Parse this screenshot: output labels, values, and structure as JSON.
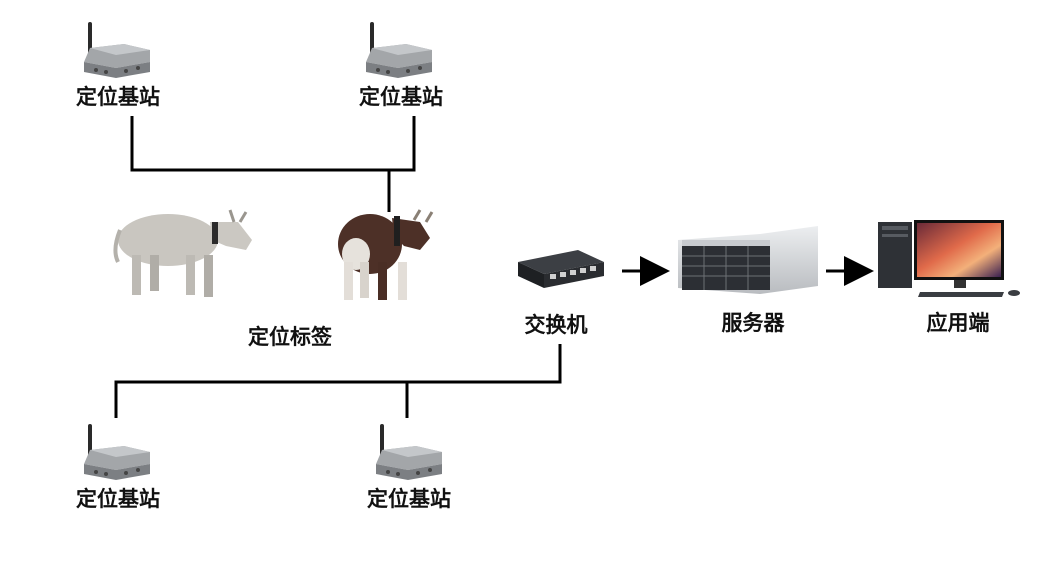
{
  "labels": {
    "base_station_tl": "定位基站",
    "base_station_tr": "定位基站",
    "positioning_tag": "定位标签",
    "switch": "交换机",
    "server": "服务器",
    "client": "应用端",
    "base_station_bl": "定位基站",
    "base_station_br": "定位基站"
  },
  "colors": {
    "line": "#000000",
    "device_gray": "#9a9ea2",
    "switch_body": "#2a2c30",
    "server_body": "#d9dbde",
    "cow_white": "#c9c6c0",
    "cow_brown": "#4d3027"
  }
}
